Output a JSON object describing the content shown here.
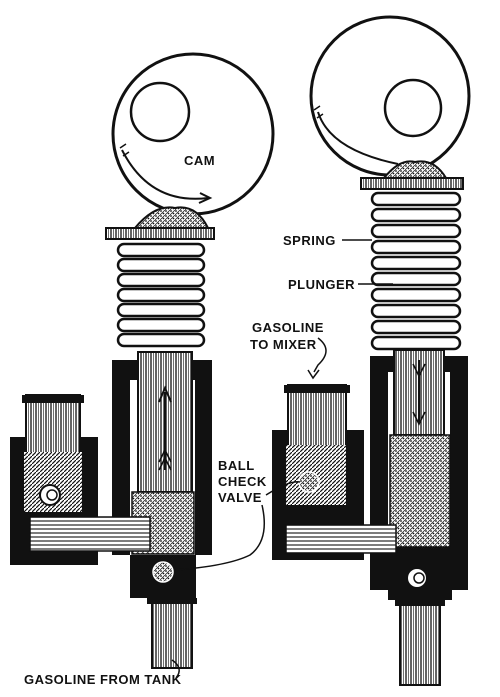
{
  "labels": {
    "cam": "CAM",
    "spring": "SPRING",
    "plunger": "PLUNGER",
    "gasoline_to_mixer_line1": "GASOLINE",
    "gasoline_to_mixer_line2": "TO MIXER",
    "ball_check_valve_line1": "BALL",
    "ball_check_valve_line2": "CHECK",
    "ball_check_valve_line3": "VALVE",
    "gasoline_from_tank": "GASOLINE FROM TANK"
  },
  "colors": {
    "ink": "#111111",
    "paper": "#ffffff"
  }
}
